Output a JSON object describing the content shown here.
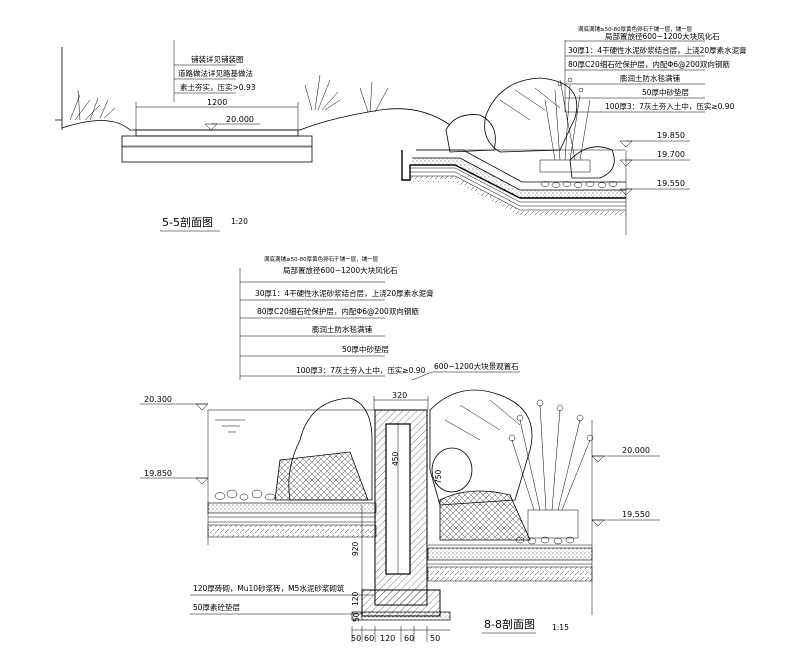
{
  "section_5_5": {
    "top_note": "满底满铺≥50-80厚黄色卵石干铺一层，铺一层",
    "stack_right": [
      "局部置放径600~1200大块风化石",
      "30厚1：4干硬性水泥砂浆结合层，上浇20厚素水泥膏",
      "80厚C20细石砼保护层，内配Φ6@200双向钢筋",
      "膨润土防水毯满铺",
      "50厚中砂垫层",
      "100厚3：7灰土夯入土中，压实≥0.90"
    ],
    "stack_left": [
      "铺装详见铺装图",
      "道路做法详见路基做法",
      "素土夯实，压实>0.93"
    ],
    "dim_1200": "1200",
    "elev_20000": "20.000",
    "elev_19850": "19.850",
    "elev_19700": "19.700",
    "elev_19550": "19.550",
    "title": "5-5剖面图",
    "scale": "1:20"
  },
  "section_8_8": {
    "top_note": "满底满铺≥50-80厚黄色卵石干铺一层，铺一层",
    "stack": [
      "局部置放径600~1200大块风化石",
      "30厚1：4干硬性水泥砂浆结合层，上浇20厚素水泥膏",
      "80厚C20细石砼保护层，内配Φ6@200双向钢筋",
      "膨润土防水毯满铺",
      "50厚中砂垫层",
      "100厚3：7灰土夯入土中，压实≥0.90"
    ],
    "rock_note": "600~1200大块景观置石",
    "dim_320": "320",
    "dim_450": "450",
    "dim_750": "750",
    "dim_920": "920",
    "dim_120": "120",
    "dim_50": "50",
    "bottom_dims": [
      "50",
      "60",
      "120",
      "60",
      "50"
    ],
    "wall_notes": [
      "120厚砖砌，Mu10砂浆砖，M5水泥砂浆砌筑",
      "50厚素砼垫层"
    ],
    "elev_20300": "20.300",
    "elev_19850": "19.850",
    "elev_20000": "20.000",
    "elev_19550": "19.550",
    "title": "8-8剖面图",
    "scale": "1:15"
  }
}
